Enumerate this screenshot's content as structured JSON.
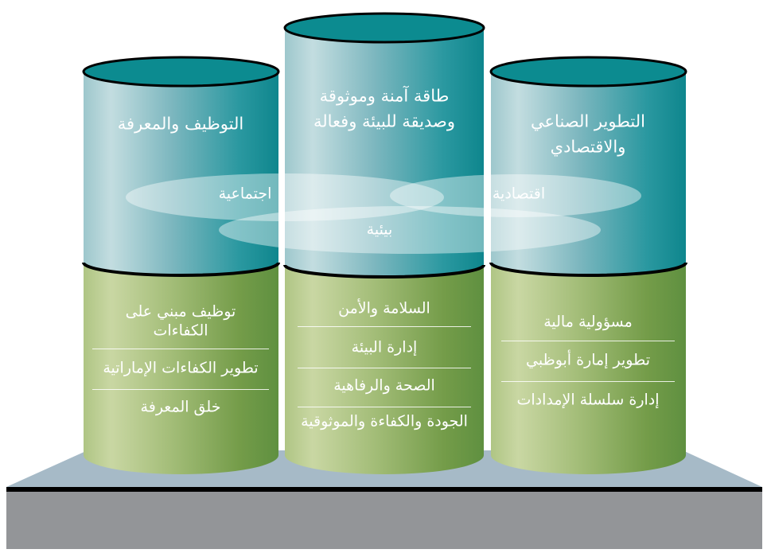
{
  "pillars": {
    "p1": {
      "title": "التوظيف والمعرفة",
      "item1_line1": "توظيف مبني على",
      "item1_line2": "الكفاءات",
      "item2": "تطوير الكفاءات الإماراتية",
      "item3": "خلق المعرفة"
    },
    "p2": {
      "title_line1": "طاقة آمنة وموثوقة",
      "title_line2": "وصديقة للبيئة وفعالة",
      "item1": "السلامة والأمن",
      "item2": "إدارة البيئة",
      "item3": "الصحة والرفاهية",
      "item4": "الجودة والكفاءة والموثوقية"
    },
    "p3": {
      "title_line1": "التطوير الصناعي",
      "title_line2": "والاقتصادي",
      "item1": "مسؤولية مالية",
      "item2": "تطوير إمارة أبوظبي",
      "item3": "إدارة سلسلة الإمدادات"
    }
  },
  "dimensions": {
    "social": "اجتماعية",
    "economic": "اقتصادية",
    "environmental": "بيئية"
  },
  "colors": {
    "teal_top": "#0c8b90",
    "teal_body_light": "#c3dde0",
    "teal_body_dark": "#0e868d",
    "green_body_light": "#c9d7a3",
    "green_body_dark": "#5f9040",
    "platform_top": "#a6bac7",
    "platform_front": "#939598",
    "outline": "#000000",
    "text": "#ffffff"
  }
}
